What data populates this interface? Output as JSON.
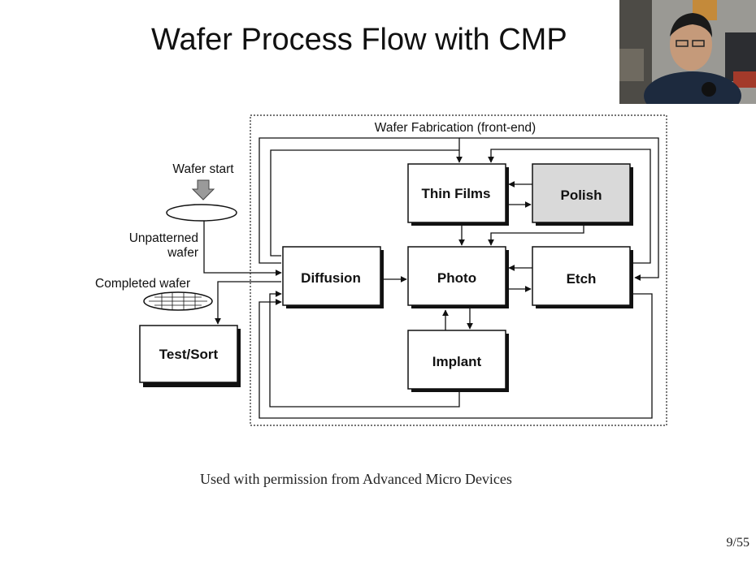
{
  "slide": {
    "title": "Wafer Process Flow with CMP",
    "caption": "Used with permission from Advanced Micro Devices",
    "page_number": "9/55"
  },
  "diagram": {
    "region_label": "Wafer Fabrication (front-end)",
    "wafer_start": "Wafer start",
    "unpatterned_line1": "Unpatterned",
    "unpatterned_line2": "wafer",
    "completed_wafer": "Completed wafer",
    "nodes": {
      "test_sort": "Test/Sort",
      "diffusion": "Diffusion",
      "thin_films": "Thin Films",
      "polish": "Polish",
      "photo": "Photo",
      "etch": "Etch",
      "implant": "Implant"
    },
    "colors": {
      "box_fill": "#ffffff",
      "polish_fill": "#d9d9d9",
      "shadow": "#111111",
      "line": "#111111"
    }
  }
}
